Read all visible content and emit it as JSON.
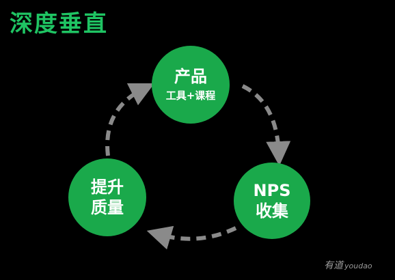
{
  "title": "深度垂直",
  "nodes": {
    "product": {
      "title": "产品",
      "subtitle": "工具+课程"
    },
    "nps": {
      "line1": "NPS",
      "line2": "收集"
    },
    "quality": {
      "line1": "提升",
      "line2": "质量"
    }
  },
  "watermark": {
    "cn": "有道",
    "en": "youdao"
  },
  "colors": {
    "node_fill": "#1aa94b",
    "title_color": "#1fc463",
    "arrow_color": "#8a8a8a",
    "background": "#000000"
  }
}
